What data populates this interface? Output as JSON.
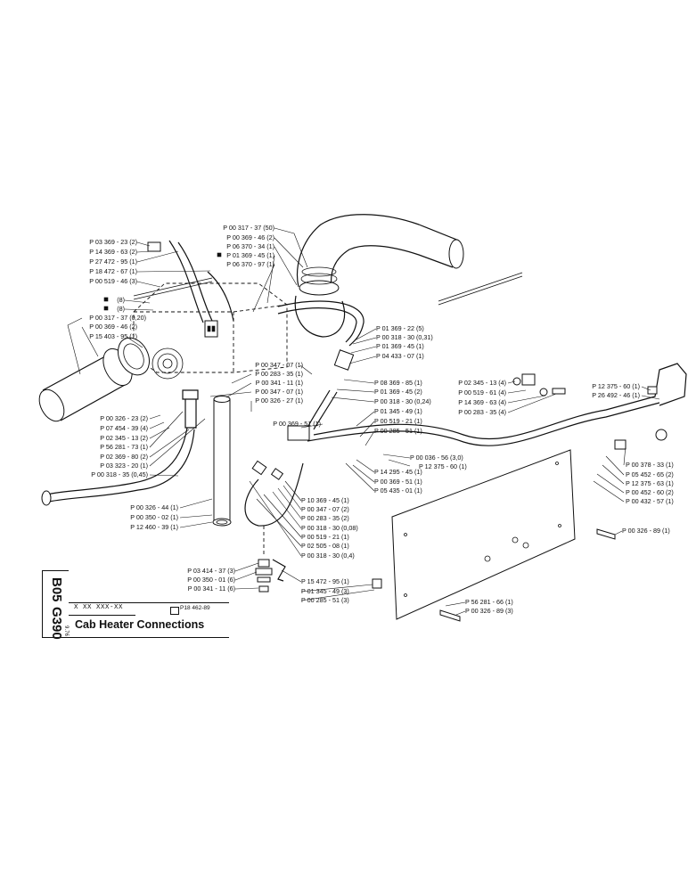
{
  "title_block": {
    "section_code": "B05",
    "group_code": "G390",
    "date_code": "9.76",
    "serial_placeholder": "X XX XXX-XX",
    "reference": "P18 462-89",
    "title": "Cab Heater Connections"
  },
  "callouts": [
    {
      "id": "c1",
      "text": "P 00 317 - 37 (50)"
    },
    {
      "id": "c2",
      "text": "P 00 369 - 46 (2)"
    },
    {
      "id": "c3",
      "text": "P 06 370 - 34 (1)"
    },
    {
      "id": "c4",
      "text": "P 01 369 - 45 (1)"
    },
    {
      "id": "c5",
      "text": "P 06 370 - 97 (1)"
    },
    {
      "id": "c6",
      "text": "P 03 369 - 23 (2)"
    },
    {
      "id": "c7",
      "text": "P 14 369 - 63 (2)"
    },
    {
      "id": "c8",
      "text": "P 27 472 - 95 (1)"
    },
    {
      "id": "c9",
      "text": "P 18 472 - 67 (1)"
    },
    {
      "id": "c10",
      "text": "P 00 519 - 46 (3)"
    },
    {
      "id": "c11",
      "text": "(8)"
    },
    {
      "id": "c12",
      "text": "(8)"
    },
    {
      "id": "c13",
      "text": "P 00 317 - 37 (0,20)"
    },
    {
      "id": "c14",
      "text": "P 00 369 - 46 (2)"
    },
    {
      "id": "c15",
      "text": "P 15 403 - 95 (1)"
    },
    {
      "id": "c16",
      "text": "P 01 369 - 22 (5)"
    },
    {
      "id": "c17",
      "text": "P 00 318 - 30 (0,31)"
    },
    {
      "id": "c18",
      "text": "P 01 369 - 45 (1)"
    },
    {
      "id": "c19",
      "text": "P 04 433 - 07 (1)"
    },
    {
      "id": "c20",
      "text": "P 00 347 - 07 (1)"
    },
    {
      "id": "c21",
      "text": "P 00 283 - 35 (1)"
    },
    {
      "id": "c22",
      "text": "P 00 341 - 11 (1)"
    },
    {
      "id": "c23",
      "text": "P 00 347 - 07 (1)"
    },
    {
      "id": "c24",
      "text": "P 00 326 - 27 (1)"
    },
    {
      "id": "c25",
      "text": "P 08 369 - 85 (1)"
    },
    {
      "id": "c26",
      "text": "P 01 369 - 45 (2)"
    },
    {
      "id": "c27",
      "text": "P 00 318 - 30 (0,24)"
    },
    {
      "id": "c28",
      "text": "P 00 369 - 51 (1)"
    },
    {
      "id": "c29",
      "text": "P 02 345 - 13 (4)"
    },
    {
      "id": "c30",
      "text": "P 00 519 - 61 (4)"
    },
    {
      "id": "c31",
      "text": "P 14 369 - 63 (4)"
    },
    {
      "id": "c32",
      "text": "P 00 283 - 35 (4)"
    },
    {
      "id": "c33",
      "text": "P 12 375 - 60 (1)"
    },
    {
      "id": "c34",
      "text": "P 26 492 - 46 (1)"
    },
    {
      "id": "c35",
      "text": "P 00 326 - 23 (2)"
    },
    {
      "id": "c36",
      "text": "P 07 454 - 39 (4)"
    },
    {
      "id": "c37",
      "text": "P 02 345 - 13 (2)"
    },
    {
      "id": "c38",
      "text": "P 56 281 - 73 (1)"
    },
    {
      "id": "c39",
      "text": "P 02 369 - 80 (2)"
    },
    {
      "id": "c40",
      "text": "P 03 323 - 20 (1)"
    },
    {
      "id": "c41",
      "text": "P 00 318 - 35 (0,45)"
    },
    {
      "id": "c42",
      "text": "P 01 345 - 49 (1)"
    },
    {
      "id": "c43",
      "text": "P 00 519 - 21 (1)"
    },
    {
      "id": "c44",
      "text": "P 00 285 - 51 (1)"
    },
    {
      "id": "c45",
      "text": "P 00 036 - 56 (3,0)"
    },
    {
      "id": "c46",
      "text": "P 12 375 - 60 (1)"
    },
    {
      "id": "c47",
      "text": "P 14 295 - 45 (1)"
    },
    {
      "id": "c48",
      "text": "P 00 369 - 51 (1)"
    },
    {
      "id": "c49",
      "text": "P 05 435 - 01 (1)"
    },
    {
      "id": "c50",
      "text": "P 00 378 - 33 (1)"
    },
    {
      "id": "c51",
      "text": "P 05 452 - 65 (2)"
    },
    {
      "id": "c52",
      "text": "P 12 375 - 63 (1)"
    },
    {
      "id": "c53",
      "text": "P 00 452 - 60 (2)"
    },
    {
      "id": "c54",
      "text": "P 00 432 - 57 (1)"
    },
    {
      "id": "c55",
      "text": "P 00 326 - 44 (1)"
    },
    {
      "id": "c56",
      "text": "P 00 350 - 02 (1)"
    },
    {
      "id": "c57",
      "text": "P 12 460 - 39 (1)"
    },
    {
      "id": "c58",
      "text": "P 10 369 - 45 (1)"
    },
    {
      "id": "c59",
      "text": "P 00 347 - 07 (2)"
    },
    {
      "id": "c60",
      "text": "P 00 283 - 35 (2)"
    },
    {
      "id": "c61",
      "text": "P 00 318 - 30 (0,08)"
    },
    {
      "id": "c62",
      "text": "P 00 519 - 21 (1)"
    },
    {
      "id": "c63",
      "text": "P 02 505 - 08 (1)"
    },
    {
      "id": "c64",
      "text": "P 00 318 - 30 (0,4)"
    },
    {
      "id": "c65",
      "text": "P 00 326 - 89 (1)"
    },
    {
      "id": "c66",
      "text": "P 03 414 - 37 (3)"
    },
    {
      "id": "c67",
      "text": "P 00 350 - 01 (6)"
    },
    {
      "id": "c68",
      "text": "P 00 341 - 11 (6)"
    },
    {
      "id": "c69",
      "text": "P 15 472 - 95 (1)"
    },
    {
      "id": "c70",
      "text": "P 01 345 - 49 (3)"
    },
    {
      "id": "c71",
      "text": "P 00 285 - 51 (3)"
    },
    {
      "id": "c72",
      "text": "P 56 281 - 66 (1)"
    },
    {
      "id": "c73",
      "text": "P 00 326 - 89 (3)"
    }
  ]
}
